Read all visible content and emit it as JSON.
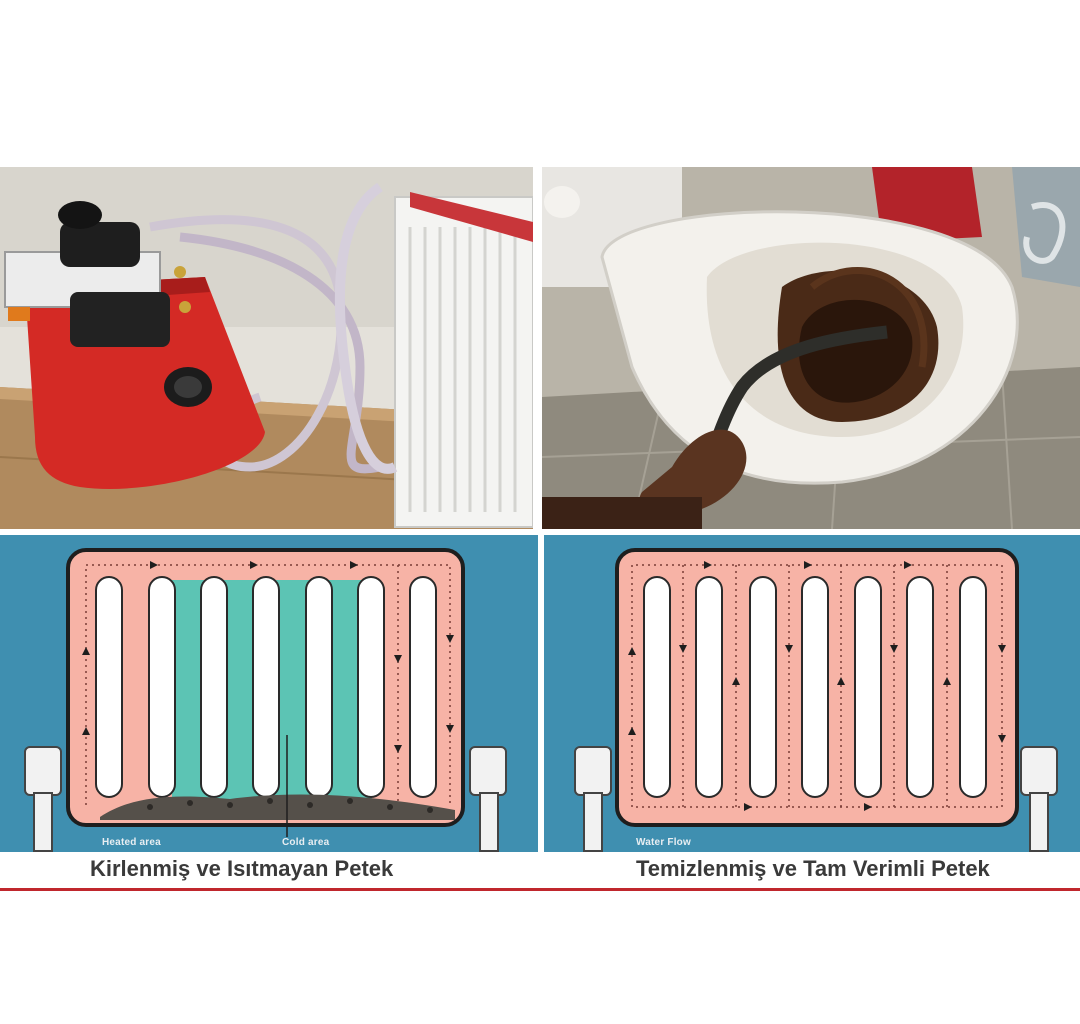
{
  "diagrams": {
    "dirty": {
      "heated_label": "Heated area",
      "cold_label": "Cold area",
      "caption": "Kirlenmiş ve Isıtmayan Petek"
    },
    "clean": {
      "flow_label": "Water Flow",
      "caption": "Temizlenmiş ve Tam Verimli Petek"
    }
  },
  "colors": {
    "diagram_background": "#3f8fb0",
    "radiator_fill": "#f7b3a6",
    "cold_fill": "#5cc4b4",
    "caption_text": "#3a3a3a",
    "rule": "#c0272d"
  }
}
